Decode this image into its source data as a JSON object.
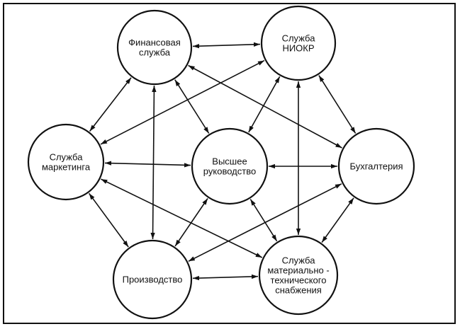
{
  "diagram": {
    "nodes": [
      {
        "id": "finance",
        "lines": [
          "Финансовая",
          "служба"
        ]
      },
      {
        "id": "rnd",
        "lines": [
          "Служба",
          "НИОКР"
        ]
      },
      {
        "id": "marketing",
        "lines": [
          "Служба",
          "маркетинга"
        ]
      },
      {
        "id": "management",
        "lines": [
          "Высшее",
          "руководство"
        ]
      },
      {
        "id": "accounting",
        "lines": [
          "Бухгалтерия"
        ]
      },
      {
        "id": "production",
        "lines": [
          "Производство"
        ]
      },
      {
        "id": "supply",
        "lines": [
          "Служба",
          "материально -",
          "технического",
          "снабжения"
        ]
      }
    ],
    "edges": [
      [
        "finance",
        "rnd"
      ],
      [
        "finance",
        "marketing"
      ],
      [
        "finance",
        "management"
      ],
      [
        "finance",
        "production"
      ],
      [
        "finance",
        "accounting"
      ],
      [
        "rnd",
        "marketing"
      ],
      [
        "rnd",
        "management"
      ],
      [
        "rnd",
        "accounting"
      ],
      [
        "rnd",
        "supply"
      ],
      [
        "marketing",
        "management"
      ],
      [
        "marketing",
        "production"
      ],
      [
        "marketing",
        "supply"
      ],
      [
        "management",
        "accounting"
      ],
      [
        "management",
        "production"
      ],
      [
        "management",
        "supply"
      ],
      [
        "accounting",
        "production"
      ],
      [
        "accounting",
        "supply"
      ],
      [
        "production",
        "supply"
      ]
    ]
  }
}
